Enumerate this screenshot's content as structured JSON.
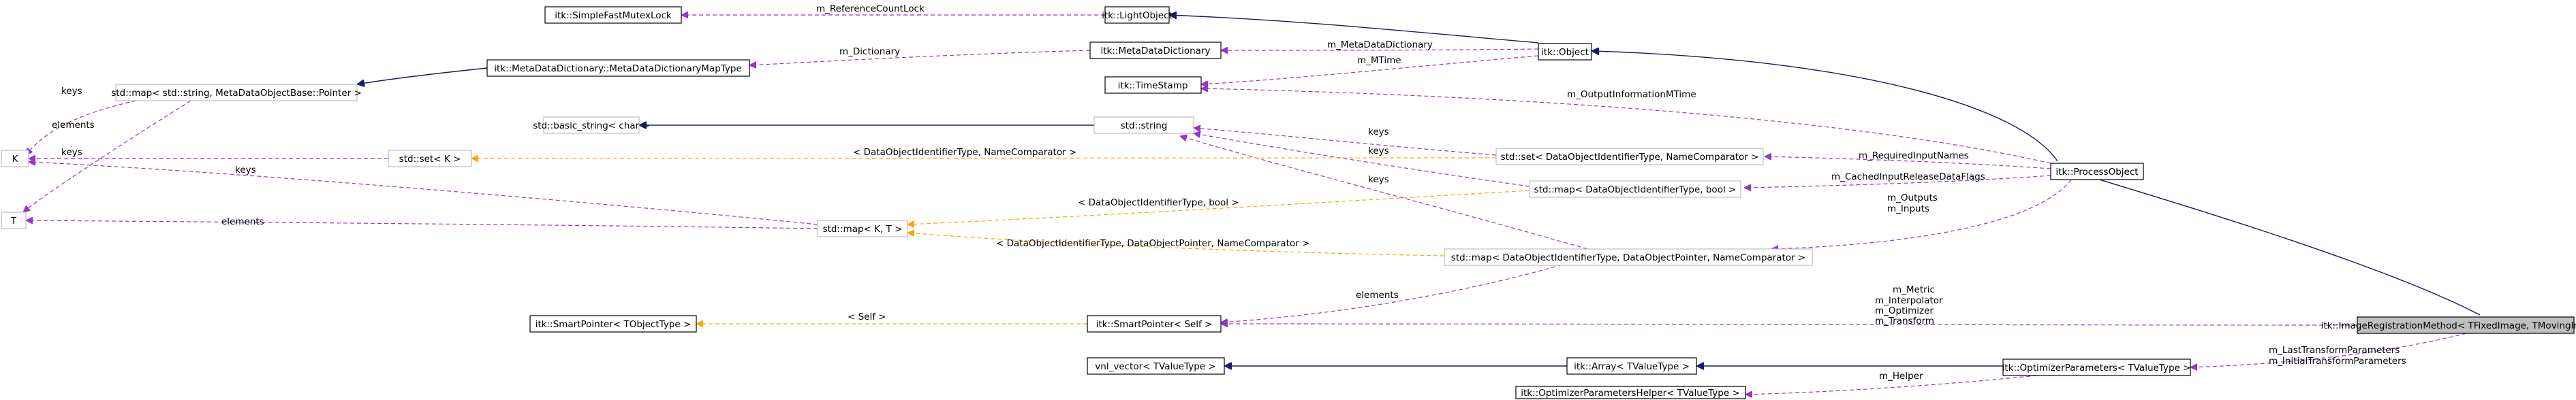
{
  "colors": {
    "inheritance": "#191970",
    "usage": "#9a32cd",
    "template": "#ffa500",
    "focus_fill": "#bfbfbf",
    "gray_border": "#bfbfbf"
  },
  "nodes": {
    "fastmutex": "itk::SimpleFastMutexLock",
    "lightobject": "itk::LightObject",
    "metadatadict": "itk::MetaDataDictionary",
    "object": "itk::Object",
    "mapstring": "std::map< std::string, MetaDataObjectBase::Pointer >",
    "dictmaptype": "itk::MetaDataDictionary::MetaDataDictionaryMapType",
    "timestamp": "itk::TimeStamp",
    "basicstring": "std::basic_string< char >",
    "stdstring": "std::string",
    "k": "K",
    "setk": "std::set< K >",
    "setdoid": "std::set< DataObjectIdentifierType, NameComparator >",
    "processobject": "itk::ProcessObject",
    "mapdoidbool": "std::map< DataObjectIdentifierType, bool >",
    "t": "T",
    "mapkt": "std::map< K, T >",
    "mapdoptr": "std::map< DataObjectIdentifierType, DataObjectPointer, NameComparator >",
    "smartptrt": "itk::SmartPointer< TObjectType >",
    "smartptrself": "itk::SmartPointer< Self >",
    "imagereg": "itk::ImageRegistrationMethod< TFixedImage, TMovingImage >",
    "vnlvector": "vnl_vector< TValueType >",
    "itkarray": "itk::Array< TValueType >",
    "optparams": "itk::OptimizerParameters< TValueType >",
    "optparamshelper": "itk::OptimizerParametersHelper< TValueType >"
  },
  "edge_labels": {
    "m_referencecountlock": "m_ReferenceCountLock",
    "m_metadatadictionary": "m_MetaDataDictionary",
    "m_mtime": "m_MTime",
    "m_dictionary": "m_Dictionary",
    "keys_mapstring": "keys",
    "elements_mapstring": "elements",
    "m_outputinformationmtime": "m_OutputInformationMTime",
    "keys_setdoid": "keys",
    "keys_setk": "keys",
    "tmpl_setdoid": "< DataObjectIdentifierType, NameComparator >",
    "m_requiredinputnames": "m_RequiredInputNames",
    "keys_mapdoidbool": "keys",
    "m_cachedinputreleasedataflags": "m_CachedInputReleaseDataFlags",
    "keys_mapkt": "keys",
    "elements_mapkt": "elements",
    "tmpl_mapdoidbool": "< DataObjectIdentifierType, bool >",
    "keys_mapdoptr": "keys",
    "m_outputs": "m_Outputs",
    "m_inputs": "m_Inputs",
    "tmpl_mapdoptr": "< DataObjectIdentifierType, DataObjectPointer, NameComparator >",
    "elements_mapdoptr": "elements",
    "m_metric": "m_Metric",
    "m_interpolator": "m_Interpolator",
    "m_optimizer": "m_Optimizer",
    "m_transform": "m_Transform",
    "tmpl_self": "< Self >",
    "m_lasttransformparameters": "m_LastTransformParameters",
    "m_initialtransformparameters": "m_InitialTransformParameters",
    "m_helper": "m_Helper"
  }
}
